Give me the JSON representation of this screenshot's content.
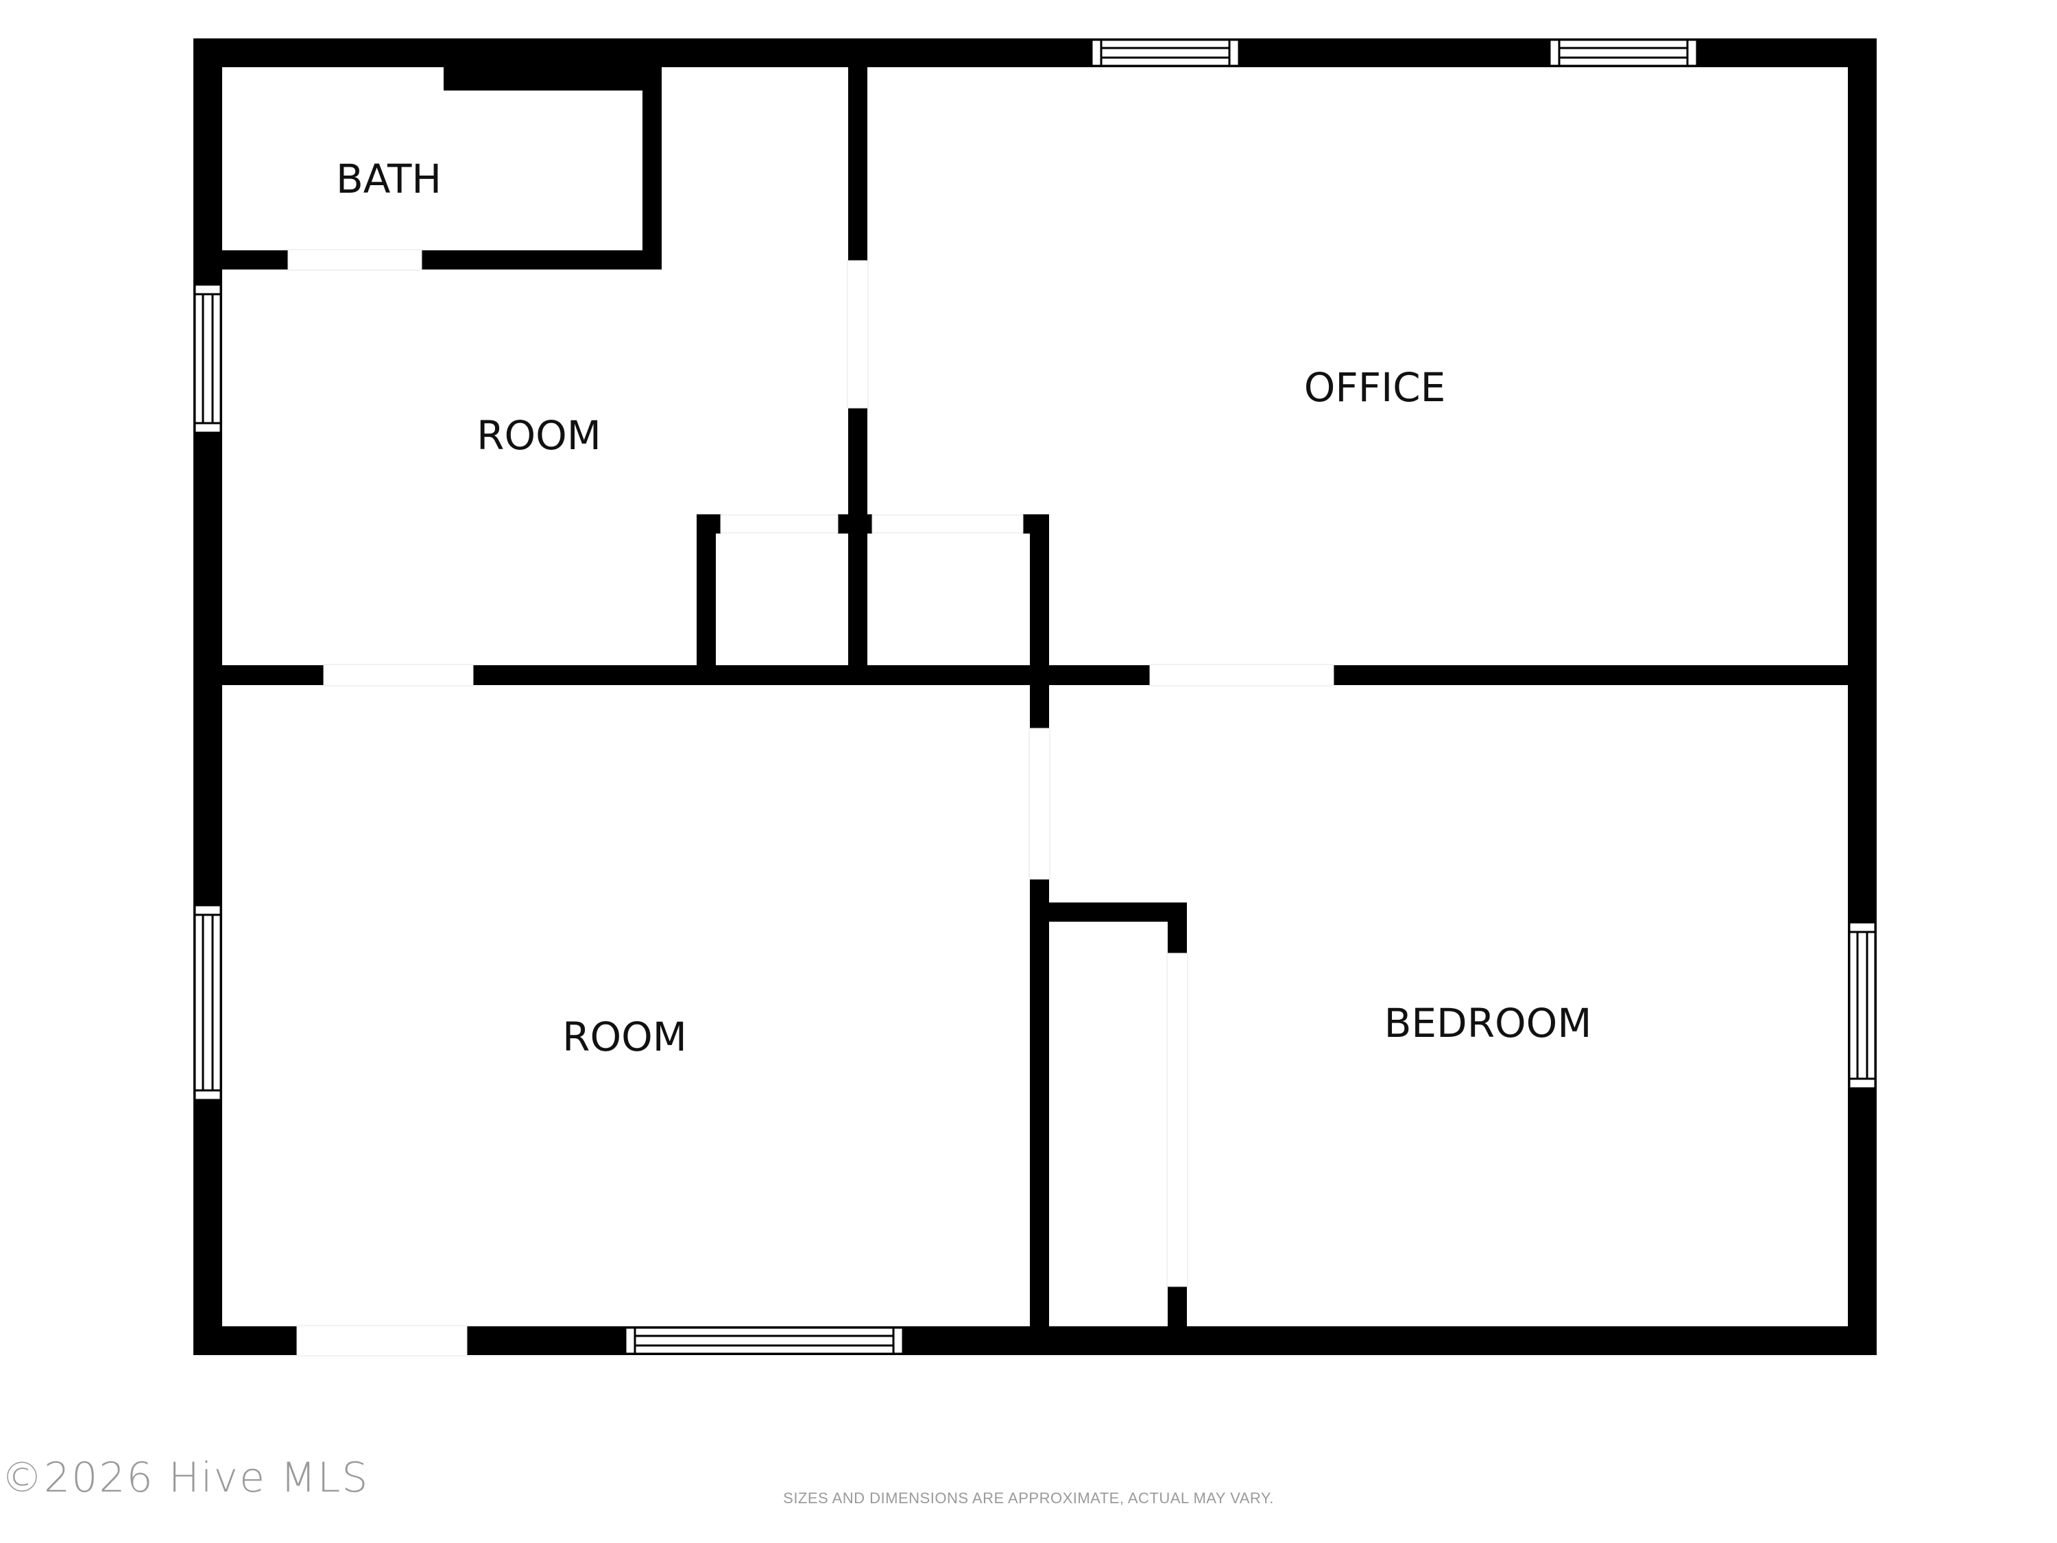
{
  "rooms": {
    "bath": "BATH",
    "room_upper": "ROOM",
    "office": "OFFICE",
    "room_lower": "ROOM",
    "bedroom": "BEDROOM"
  },
  "watermark": "©2026 Hive MLS",
  "disclaimer": "SIZES AND DIMENSIONS ARE APPROXIMATE, ACTUAL MAY VARY.",
  "colors": {
    "wall": "#000000",
    "background": "#ffffff",
    "watermark": "#9a9a9a"
  }
}
